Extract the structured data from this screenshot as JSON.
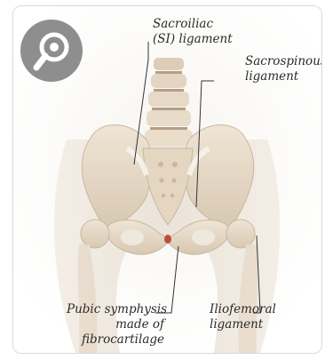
{
  "badge": {
    "icon": "magnifier-icon",
    "color": "#8e8e8e"
  },
  "labels": {
    "sacroiliac": {
      "line1": "Sacroiliac",
      "line2": "(SI) ligament"
    },
    "sacrospinous": {
      "line1": "Sacrospinous",
      "line2": "ligament"
    },
    "pubic_symphysis": {
      "line1": "Pubic symphysis",
      "line2": "made of",
      "line3": "fibrocartilage"
    },
    "iliofemoral": {
      "line1": "Iliofemoral",
      "line2": "ligament"
    }
  },
  "colors": {
    "bone": "#e8dccb",
    "bone_shadow": "#c9b9a2",
    "ligament": "#f3efe6",
    "leader": "#333333",
    "cartilage": "#b8503c"
  }
}
